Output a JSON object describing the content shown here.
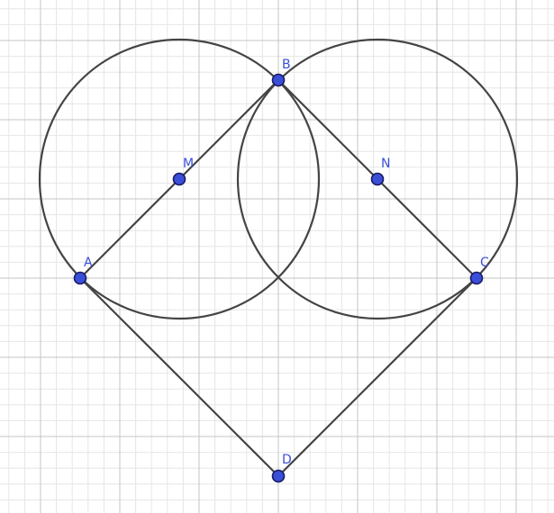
{
  "colors": {
    "point_fill": "#3a4fd8",
    "stroke": "#444444"
  },
  "points": [
    {
      "id": "A",
      "label": "A"
    },
    {
      "id": "B",
      "label": "B"
    },
    {
      "id": "C",
      "label": "C"
    },
    {
      "id": "D",
      "label": "D"
    },
    {
      "id": "M",
      "label": "M"
    },
    {
      "id": "N",
      "label": "N"
    }
  ],
  "circles": [
    {
      "id": "circle-m",
      "center": "M",
      "through": "B"
    },
    {
      "id": "circle-n",
      "center": "N",
      "through": "B"
    }
  ],
  "segments": [
    [
      "A",
      "B"
    ],
    [
      "B",
      "C"
    ],
    [
      "C",
      "D"
    ],
    [
      "D",
      "A"
    ]
  ]
}
